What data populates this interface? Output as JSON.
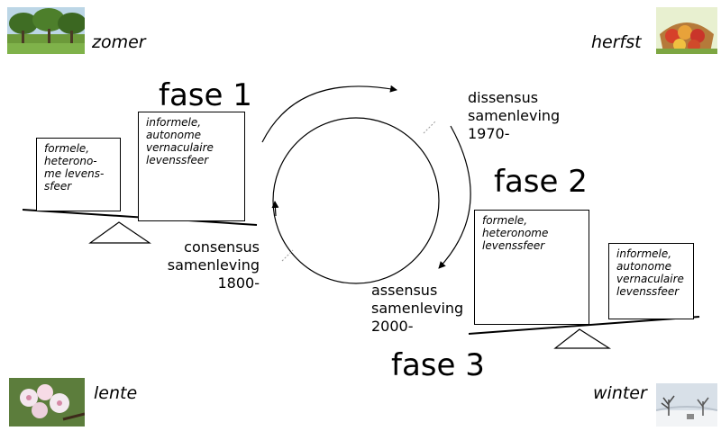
{
  "seasons": {
    "summer": {
      "label": "zomer",
      "icon": "summer-orchard-photo"
    },
    "autumn": {
      "label": "herfst",
      "icon": "autumn-fruit-photo"
    },
    "spring": {
      "label": "lente",
      "icon": "spring-blossom-photo"
    },
    "winter": {
      "label": "winter",
      "icon": "winter-snow-photo"
    }
  },
  "phases": {
    "phase1": {
      "title": "fase 1",
      "formal_box": "formele,\nheterono-\nme levens-\nsfeer",
      "informal_box": "informele,\nautonome\nvernaculaire\nlevenssfeer"
    },
    "phase2": {
      "title": "fase 2",
      "formal_box": "formele,\nheteronome\nlevenssfeer",
      "informal_box": "informele,\nautonome\nvernaculaire\nlevenssfeer"
    },
    "phase3": {
      "title": "fase 3"
    }
  },
  "cycle_labels": {
    "consensus": "consensus\nsamenleving\n1800-",
    "dissensus": "dissensus\nsamenleving\n1970-",
    "assensus": "assensus\nsamenleving\n2000-"
  },
  "colors": {
    "line": "#000000",
    "dotted_divider": "#999999",
    "background": "#ffffff"
  }
}
